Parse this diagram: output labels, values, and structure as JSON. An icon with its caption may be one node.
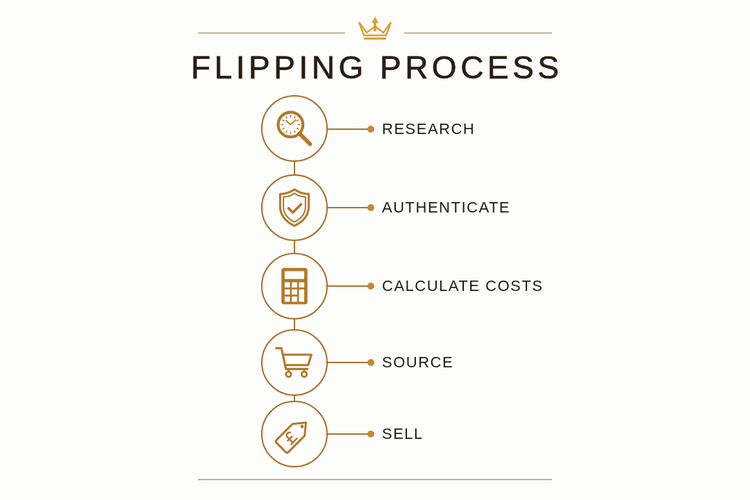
{
  "diagram": {
    "title": "FLIPPING PROCESS",
    "nodes": [
      {
        "text": [],
        "shape": "circle"
      },
      {
        "text": [
          "RESEARCH"
        ]
      },
      {
        "text": [],
        "shape": "circle"
      },
      {
        "text": [
          "AUTHENTICATE"
        ]
      },
      {
        "text": [],
        "shape": "circle"
      },
      {
        "text": [
          "CALCULATE COSTS"
        ]
      },
      {
        "text": [],
        "shape": "circle"
      },
      {
        "text": [
          "SOURCE"
        ]
      },
      {
        "text": [],
        "shape": "circle"
      },
      {
        "text": [
          "SELL"
        ]
      }
    ],
    "edges": [
      {
        "from": 1,
        "to": 0,
        "arrow": "other"
      },
      {
        "from": 0,
        "to": 2,
        "arrow": "none"
      },
      {
        "from": 3,
        "to": 2,
        "arrow": "other"
      },
      {
        "from": 2,
        "to": 4,
        "arrow": "none"
      },
      {
        "from": 5,
        "to": 4,
        "arrow": "other"
      },
      {
        "from": 4,
        "to": 6,
        "arrow": "none"
      },
      {
        "from": 7,
        "to": 6,
        "arrow": "other"
      },
      {
        "from": 6,
        "to": 8,
        "arrow": "none"
      },
      {
        "from": 9,
        "to": 8,
        "arrow": "other"
      }
    ]
  }
}
